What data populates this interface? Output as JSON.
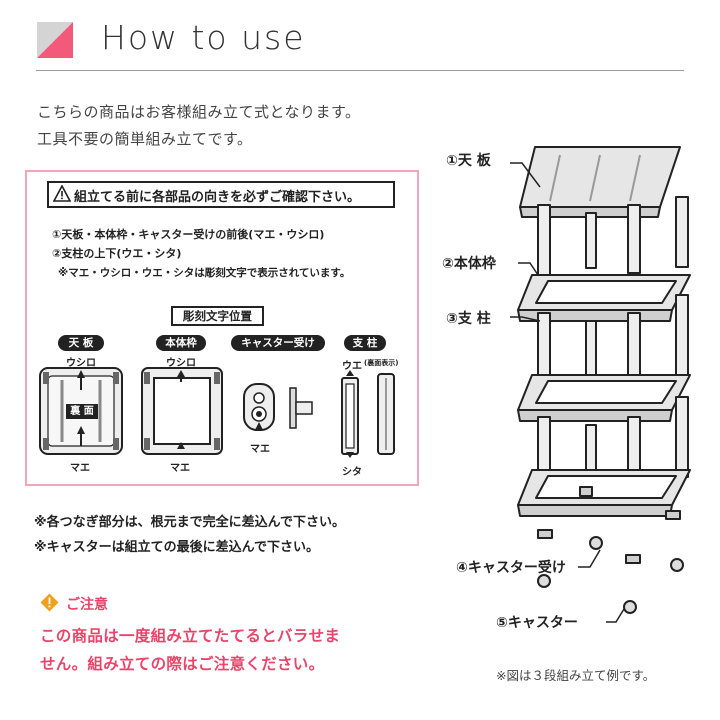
{
  "header": {
    "title": "How to use",
    "accent_color": "#f2597a",
    "gray_color": "#d4d4d4"
  },
  "intro": {
    "line1": "こちらの商品はお客様組み立て式となります。",
    "line2": "工具不要の簡単組み立てです。"
  },
  "notice_box": {
    "warning": "組立てる前に各部品の向きを必ずご確認下さい。",
    "check1": "①天板・本体枠・キャスター受けの前後(マエ・ウシロ)",
    "check2": "②支柱の上下(ウエ・シタ)",
    "check3": "※マエ・ウシロ・ウエ・シタは彫刻文字で表示されています。",
    "engraving_title": "彫刻文字位置",
    "parts": [
      {
        "name": "天 板",
        "top_label": "ウシロ",
        "middle_label": "裏 面",
        "bottom_label": "マエ"
      },
      {
        "name": "本体枠",
        "top_label": "ウシロ",
        "bottom_label": "マエ"
      },
      {
        "name": "キャスター受け",
        "bottom_label": "マエ"
      },
      {
        "name": "支 柱",
        "top_label": "ウエ",
        "top_note": "(裏面表示)",
        "bottom_label": "シタ"
      }
    ]
  },
  "notes": {
    "note1": "※各つなぎ部分は、根元まで完全に差込んで下さい。",
    "note2": "※キャスターは組立ての最後に差込んで下さい。"
  },
  "caution": {
    "title": "ご注意",
    "line1": "この商品は一度組み立てたてるとバラせま",
    "line2": "せん。組み立ての際はご注意ください。",
    "color": "#e8456a"
  },
  "diagram": {
    "labels": [
      "①天 板",
      "②本体枠",
      "③支 柱",
      "④キャスター受け",
      "⑤キャスター"
    ],
    "caption": "※図は３段組み立て例です。"
  }
}
